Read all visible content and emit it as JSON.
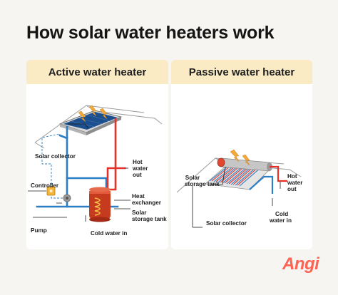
{
  "title": "How solar water heaters work",
  "active": {
    "heading": "Active water heater",
    "labels": {
      "solar_collector": "Solar collector",
      "hot_water_1": "Hot",
      "hot_water_2": "water",
      "hot_water_3": "out",
      "controller": "Controller",
      "heat_exchanger_1": "Heat",
      "heat_exchanger_2": "exchanger",
      "solar_storage_1": "Solar",
      "solar_storage_2": "storage tank",
      "pump": "Pump",
      "cold_water": "Cold water in"
    }
  },
  "passive": {
    "heading": "Passive water heater",
    "labels": {
      "solar_storage_1": "Solar",
      "solar_storage_2": "storage tank",
      "hot_water_1": "Hot",
      "hot_water_2": "water",
      "hot_water_3": "out",
      "solar_collector": "Solar collector",
      "cold_water_1": "Cold",
      "cold_water_2": "water in"
    }
  },
  "brand": "Angi",
  "colors": {
    "hot_pipe": "#e3312b",
    "cold_pipe": "#2c7ec4",
    "panel": "#1c4f8d",
    "header_bg": "#fbebc5",
    "brand": "#ff6153",
    "sun_arrow": "#f2a83a"
  }
}
